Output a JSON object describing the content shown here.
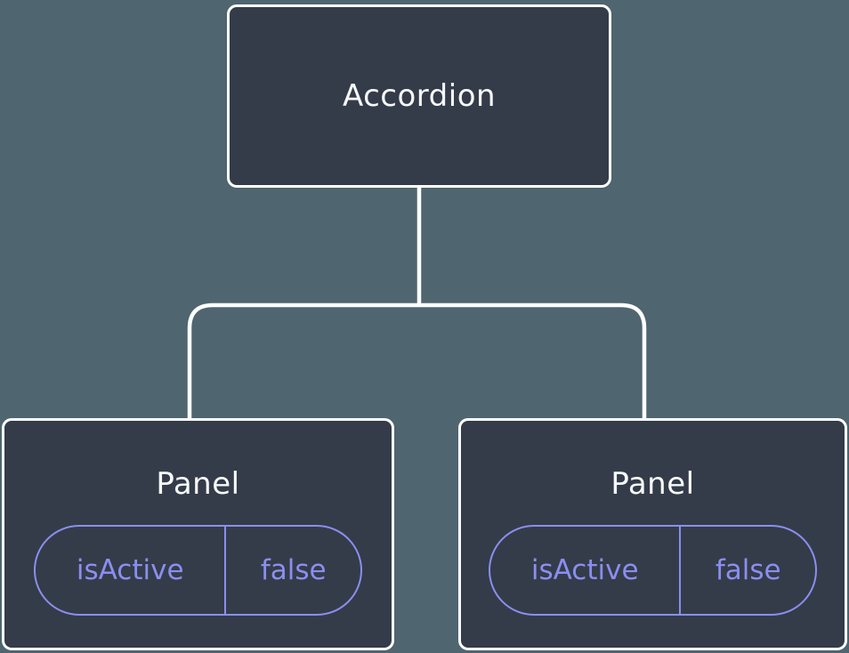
{
  "colors": {
    "background": "#4F6570",
    "node_fill": "#343C49",
    "node_border": "#FFFFFF",
    "connector_line": "#FFFFFF",
    "prop_accent": "#8B8EF0",
    "title_text": "#F7F9FA"
  },
  "tree": {
    "root": {
      "label": "Accordion"
    },
    "children": [
      {
        "label": "Panel",
        "prop_name": "isActive",
        "prop_value": "false"
      },
      {
        "label": "Panel",
        "prop_name": "isActive",
        "prop_value": "false"
      }
    ]
  }
}
